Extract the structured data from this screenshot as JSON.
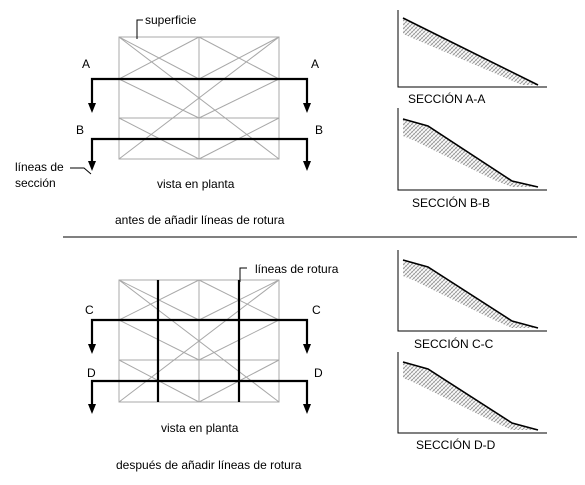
{
  "top": {
    "surface_label": "superficie",
    "section_lines_label_1": "líneas de",
    "section_lines_label_2": "sección",
    "plan_caption": "vista en planta",
    "figure_caption": "antes de añadir líneas de rotura",
    "section_letters": [
      "A",
      "A",
      "B",
      "B"
    ],
    "section_a_title": "SECCIÓN A-A",
    "section_b_title": "SECCIÓN B-B"
  },
  "bottom": {
    "breaklines_label": "líneas de rotura",
    "plan_caption": "vista en planta",
    "figure_caption": "después de añadir líneas de rotura",
    "section_letters": [
      "C",
      "C",
      "D",
      "D"
    ],
    "section_c_title": "SECCIÓN C-C",
    "section_d_title": "SECCIÓN D-D"
  },
  "colors": {
    "ink": "#000000",
    "mesh": "#a8a8a8",
    "hatch": "#8c8c8c"
  }
}
